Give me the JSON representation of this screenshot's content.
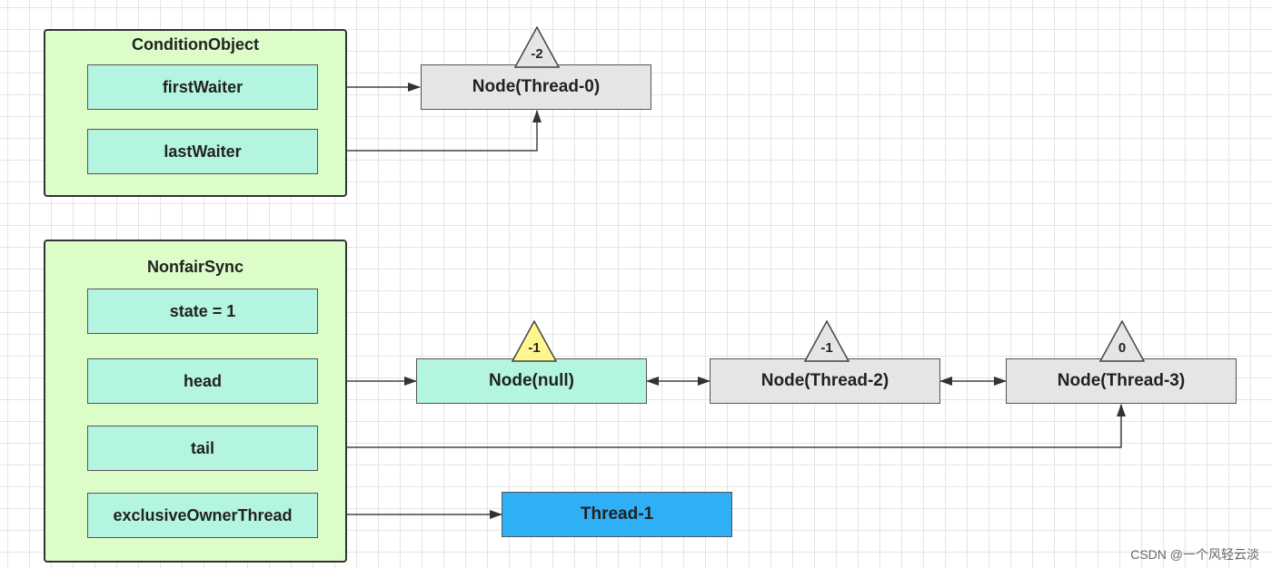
{
  "condition_object": {
    "title": "ConditionObject",
    "fields": {
      "first_waiter": "firstWaiter",
      "last_waiter": "lastWaiter"
    }
  },
  "nonfair_sync": {
    "title": "NonfairSync",
    "fields": {
      "state": "state = 1",
      "head": "head",
      "tail": "tail",
      "exclusive_owner_thread": "exclusiveOwnerThread"
    }
  },
  "nodes": {
    "thread_0": {
      "label": "Node(Thread-0)",
      "wait_status": "-2"
    },
    "null_node": {
      "label": "Node(null)",
      "wait_status": "-1"
    },
    "thread_2": {
      "label": "Node(Thread-2)",
      "wait_status": "-1"
    },
    "thread_3": {
      "label": "Node(Thread-3)",
      "wait_status": "0"
    },
    "thread_1": {
      "label": "Thread-1"
    }
  },
  "colors": {
    "group_fill": "#dcfcc8",
    "field_fill": "#b3f5e1",
    "node_grey": "#e5e5e5",
    "node_owner": "#2fb0f6",
    "badge_highlight": "#fff68f"
  },
  "watermark": "CSDN @一个风轻云淡"
}
